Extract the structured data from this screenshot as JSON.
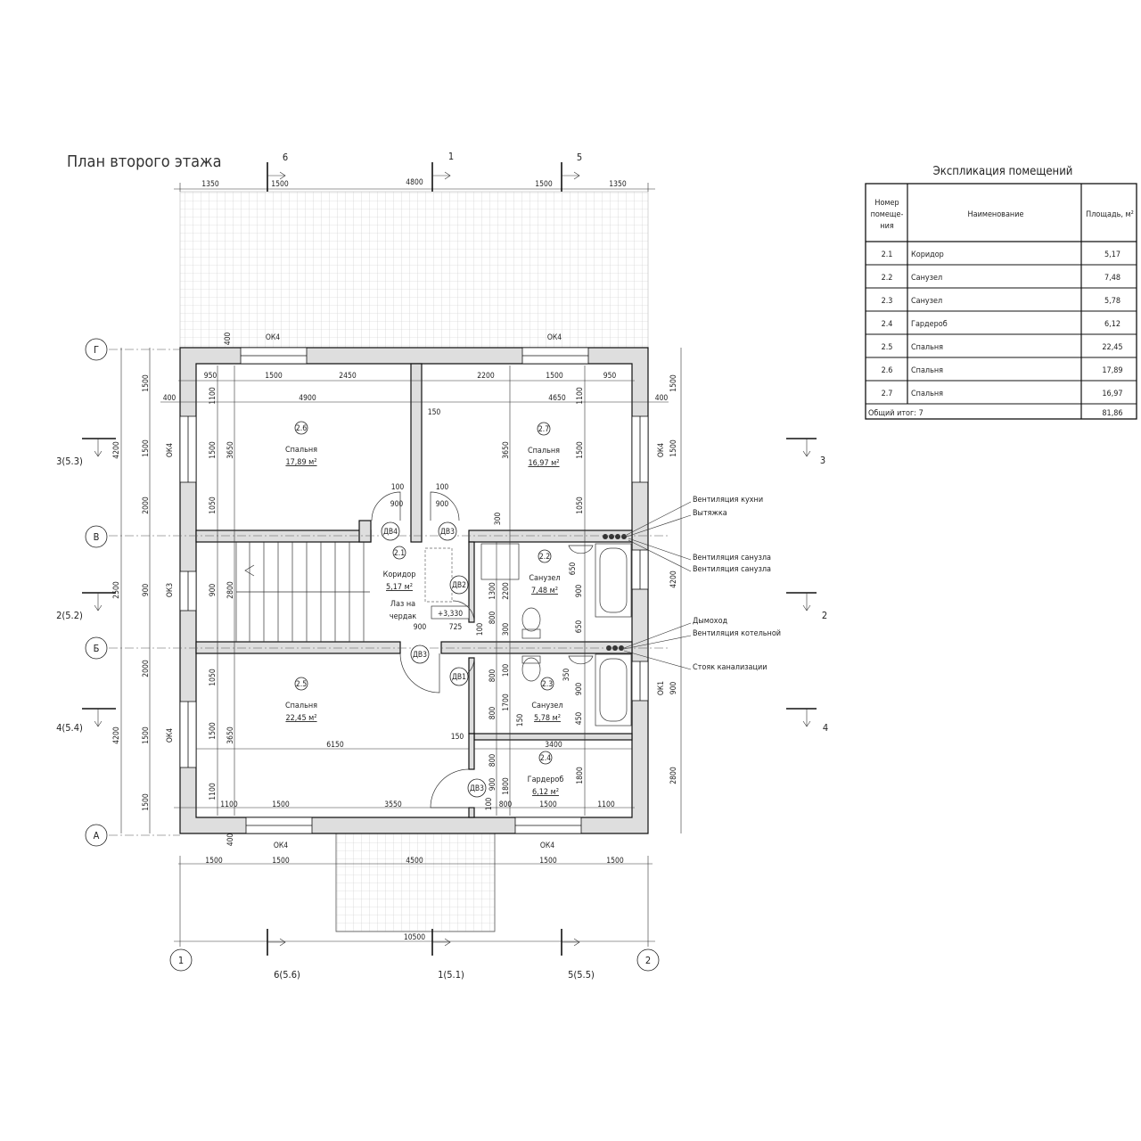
{
  "title": "План второго этажа",
  "section_marks_top": [
    "6",
    "1",
    "5"
  ],
  "section_marks_bottom": [
    "6(5.6)",
    "1(5.1)",
    "5(5.5)"
  ],
  "section_marks_left": [
    "3(5.3)",
    "2(5.2)",
    "4(5.4)"
  ],
  "section_marks_right": [
    "3",
    "2",
    "4"
  ],
  "axes_letters": [
    "Г",
    "В",
    "Б",
    "А"
  ],
  "axes_numbers": [
    "1",
    "2"
  ],
  "dimensions": [
    "1350",
    "1500",
    "4800",
    "1500",
    "1350",
    "400",
    "950",
    "1500",
    "2450",
    "2200",
    "1500",
    "950",
    "400",
    "1100",
    "4900",
    "150",
    "4650",
    "1100",
    "400",
    "3650",
    "1500",
    "3650",
    "1500",
    "1050",
    "1050",
    "1500",
    "1500",
    "2000",
    "4200",
    "2500",
    "900",
    "2000",
    "1500",
    "1500",
    "4200",
    "1500",
    "1500",
    "4200",
    "900",
    "2800",
    "100",
    "100",
    "900",
    "900",
    "300",
    "900",
    "725",
    "650",
    "900",
    "650",
    "1300",
    "2200",
    "800",
    "100",
    "300",
    "2800",
    "900",
    "100",
    "800",
    "350",
    "900",
    "450",
    "1700",
    "800",
    "150",
    "150",
    "3400",
    "1050",
    "3650",
    "1500",
    "6150",
    "1100",
    "800",
    "1800",
    "900",
    "1800",
    "100",
    "800",
    "1100",
    "1500",
    "3550",
    "1500",
    "1100",
    "400",
    "1500",
    "1500",
    "4500",
    "1500",
    "1500",
    "10500"
  ],
  "windows": [
    "ОК4",
    "ОК4",
    "ОК4",
    "ОК4",
    "ОК3",
    "ОК4",
    "ОК1",
    "ОК4",
    "ОК4"
  ],
  "doors": [
    "ДВ4",
    "ДВ3",
    "ДВ2",
    "ДВ3",
    "ДВ1",
    "ДВ3"
  ],
  "rooms": [
    {
      "num": "2.6",
      "name": "Спальня",
      "area": "17,89 м²"
    },
    {
      "num": "2.7",
      "name": "Спальня",
      "area": "16,97 м²"
    },
    {
      "num": "2.1",
      "name": "Коридор",
      "area": "5,17 м²"
    },
    {
      "num": "2.2",
      "name": "Санузел",
      "area": "7,48 м²"
    },
    {
      "num": "2.3",
      "name": "Санузел",
      "area": "5,78 м²"
    },
    {
      "num": "2.5",
      "name": "Спальня",
      "area": "22,45 м²"
    },
    {
      "num": "2.4",
      "name": "Гардероб",
      "area": "6,12 м²"
    }
  ],
  "hatch_note": [
    "Лаз на",
    "чердак"
  ],
  "level_mark": "+3,330",
  "annotations": [
    "Вентиляция кухни",
    "Вытяжка",
    "Вентиляция санузла",
    "Вентиляция санузла",
    "Дымоход",
    "Вентиляция котельной",
    "Стояк канализации"
  ],
  "table": {
    "title": "Экспликация помещений",
    "headers": [
      "Номер",
      "помеще-",
      "ния",
      "Наименование",
      "Площадь, м²"
    ],
    "rows": [
      [
        "2.1",
        "Коридор",
        "5,17"
      ],
      [
        "2.2",
        "Санузел",
        "7,48"
      ],
      [
        "2.3",
        "Санузел",
        "5,78"
      ],
      [
        "2.4",
        "Гардероб",
        "6,12"
      ],
      [
        "2.5",
        "Спальня",
        "22,45"
      ],
      [
        "2.6",
        "Спальня",
        "17,89"
      ],
      [
        "2.7",
        "Спальня",
        "16,97"
      ]
    ],
    "total_label": "Общий итог: 7",
    "total_value": "81,86"
  }
}
